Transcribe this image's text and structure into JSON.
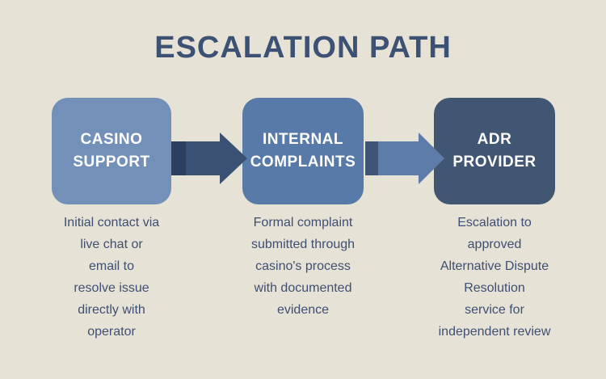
{
  "title": "ESCALATION PATH",
  "background_color": "#e7e2d6",
  "title_color": "#3d5175",
  "text_color": "#3e4f72",
  "steps": [
    {
      "label": "CASINO\nSUPPORT",
      "description": "Initial contact via\nlive chat or\nemail to\nresolve issue\ndirectly with\noperator",
      "box_color": "#7391b8",
      "label_color": "#ffffff"
    },
    {
      "label": "INTERNAL\nCOMPLAINTS",
      "description": "Formal complaint\nsubmitted through\ncasino's process\nwith documented\nevidence",
      "box_color": "#587aa8",
      "label_color": "#ffffff"
    },
    {
      "label": "ADR\nPROVIDER",
      "description": "Escalation to\napproved\nAlternative Dispute\nResolution\nservice for\nindependent review",
      "box_color": "#415672",
      "label_color": "#ffffff"
    }
  ],
  "arrows": [
    {
      "name": "arrow-casino-to-internal",
      "tail_color": "#2c3f5e",
      "body_color": "#3a5173"
    },
    {
      "name": "arrow-internal-to-adr",
      "tail_color": "#3e5576",
      "body_color": "#5d7ca8"
    }
  ]
}
